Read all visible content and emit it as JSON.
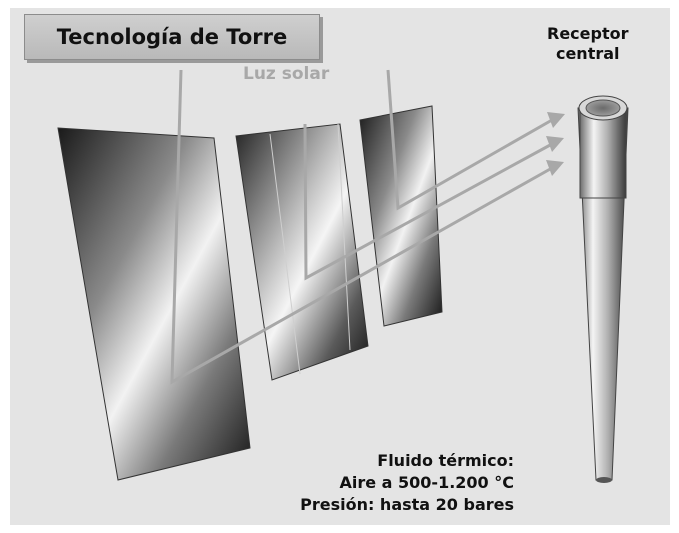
{
  "title": "Tecnología de Torre",
  "sunlight_label": "Luz solar",
  "receiver_label": {
    "line1": "Receptor",
    "line2": "central"
  },
  "fluid_info": {
    "line1": "Fluido térmico:",
    "line2": "Aire a 500-1.200 °C",
    "line3": "Presión: hasta 20 bares"
  },
  "colors": {
    "background": "#e4e4e4",
    "sun_rays": "#a8a8a8",
    "title_box": "#bcbcbc"
  }
}
